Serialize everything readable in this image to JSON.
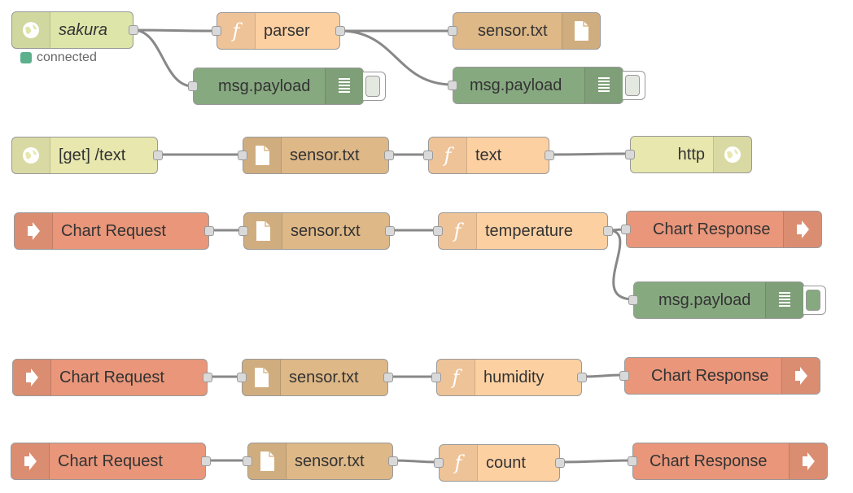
{
  "colors": {
    "inject": "#dde5a9",
    "function": "#fdd0a2",
    "file": "#deb887",
    "debug": "#87a980",
    "http": "#e7e7ae",
    "chart": "#e9967a",
    "connected": "#5cb08b"
  },
  "flow1": {
    "sakura": {
      "label": "sakura",
      "icon": "globe-icon"
    },
    "status": "connected",
    "parser": {
      "label": "parser",
      "icon": "function-icon"
    },
    "file": {
      "label": "sensor.txt",
      "icon": "file-icon"
    },
    "debug_a": {
      "label": "msg.payload",
      "icon": "list-icon"
    },
    "debug_b": {
      "label": "msg.payload",
      "icon": "list-icon"
    }
  },
  "flow2": {
    "get": {
      "label": "[get] /text",
      "icon": "globe-icon"
    },
    "file": {
      "label": "sensor.txt",
      "icon": "file-icon"
    },
    "func": {
      "label": "text",
      "icon": "function-icon"
    },
    "http": {
      "label": "http",
      "icon": "globe-icon"
    }
  },
  "flow3": {
    "req": {
      "label": "Chart Request",
      "icon": "arrow-in-icon"
    },
    "file": {
      "label": "sensor.txt",
      "icon": "file-icon"
    },
    "func": {
      "label": "temperature",
      "icon": "function-icon"
    },
    "resp": {
      "label": "Chart Response",
      "icon": "arrow-out-icon"
    },
    "debug": {
      "label": "msg.payload",
      "icon": "list-icon"
    }
  },
  "flow4": {
    "req": {
      "label": "Chart Request",
      "icon": "arrow-in-icon"
    },
    "file": {
      "label": "sensor.txt",
      "icon": "file-icon"
    },
    "func": {
      "label": "humidity",
      "icon": "function-icon"
    },
    "resp": {
      "label": "Chart Response",
      "icon": "arrow-out-icon"
    }
  },
  "flow5": {
    "req": {
      "label": "Chart Request",
      "icon": "arrow-in-icon"
    },
    "file": {
      "label": "sensor.txt",
      "icon": "file-icon"
    },
    "func": {
      "label": "count",
      "icon": "function-icon"
    },
    "resp": {
      "label": "Chart Response",
      "icon": "arrow-out-icon"
    }
  }
}
